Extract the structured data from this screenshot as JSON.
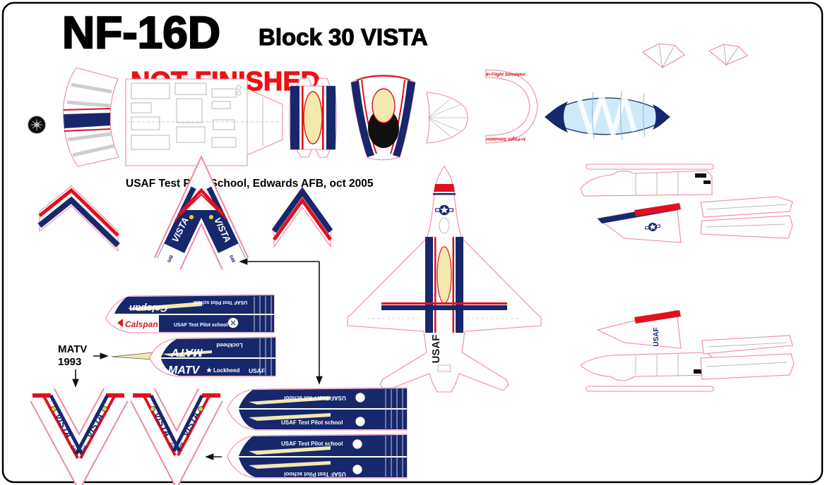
{
  "sheet": {
    "title": "NF-16D",
    "subtitle": "Block 30 VISTA",
    "status_note": "NOT FINISHED",
    "caption": "USAF Test Pilot School, Edwards AFB, oct 2005",
    "matv_label": {
      "line1": "MATV",
      "line2": "1993"
    }
  },
  "markings": {
    "vista": "VISTA",
    "calspan": "Calspan",
    "matv": "MATV",
    "lockheed": "Lockheed",
    "usaf": "USAF",
    "test_pilot_school": "USAF Test Pilot school",
    "in_flight_simulator": "In-Flight Simulator",
    "tail_number": "048"
  },
  "colors": {
    "navy_blue": "#17276b",
    "stripe_red": "#e0101f",
    "canopy_yellow": "#f3e9ae",
    "canopy_glass_blue": "#cfe9fa",
    "cut_line_pink": "#ef87a5",
    "status_red": "#ee1111"
  }
}
